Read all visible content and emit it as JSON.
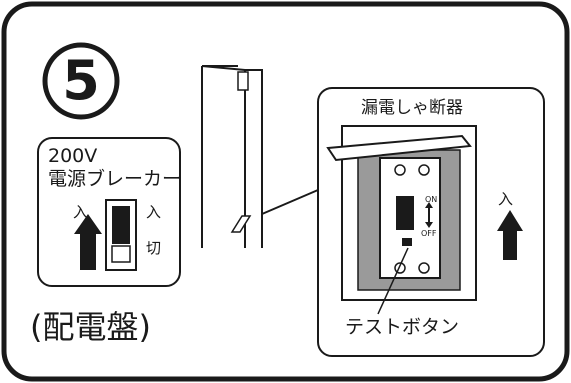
{
  "step": {
    "number": "5"
  },
  "panel": {
    "title_line1": "200V",
    "title_line2": "電源ブレーカー",
    "label_on_left": "入",
    "label_on_right": "入",
    "label_off": "切",
    "caption": "(配電盤)"
  },
  "breaker": {
    "title": "漏電しゃ断器",
    "switch_on": "ON",
    "switch_off": "OFF",
    "label_on": "入",
    "test_button_label": "テストボタン"
  },
  "colors": {
    "line": "#1a1a1a",
    "gray_panel": "#9a9a9a",
    "background": "#ffffff"
  },
  "icons": [
    "up-arrow-icon",
    "up-down-arrow-icon"
  ]
}
